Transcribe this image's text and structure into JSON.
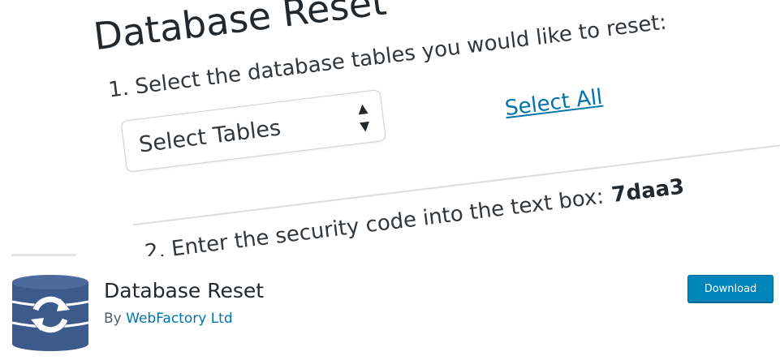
{
  "banner": {
    "title": "Database Reset",
    "step1": "1. Select the database tables you would like to reset:",
    "select_label": "Select Tables",
    "select_all": "Select All",
    "step2_text": "2. Enter the security code into the text box:",
    "security_code": "7daa3"
  },
  "plugin": {
    "name": "Database Reset",
    "author_prefix": "By",
    "author_name": "WebFactory Ltd",
    "download_label": "Download"
  },
  "colors": {
    "accent": "#0073aa",
    "button": "#0085ba",
    "icon_blue": "#3d5a8c"
  }
}
